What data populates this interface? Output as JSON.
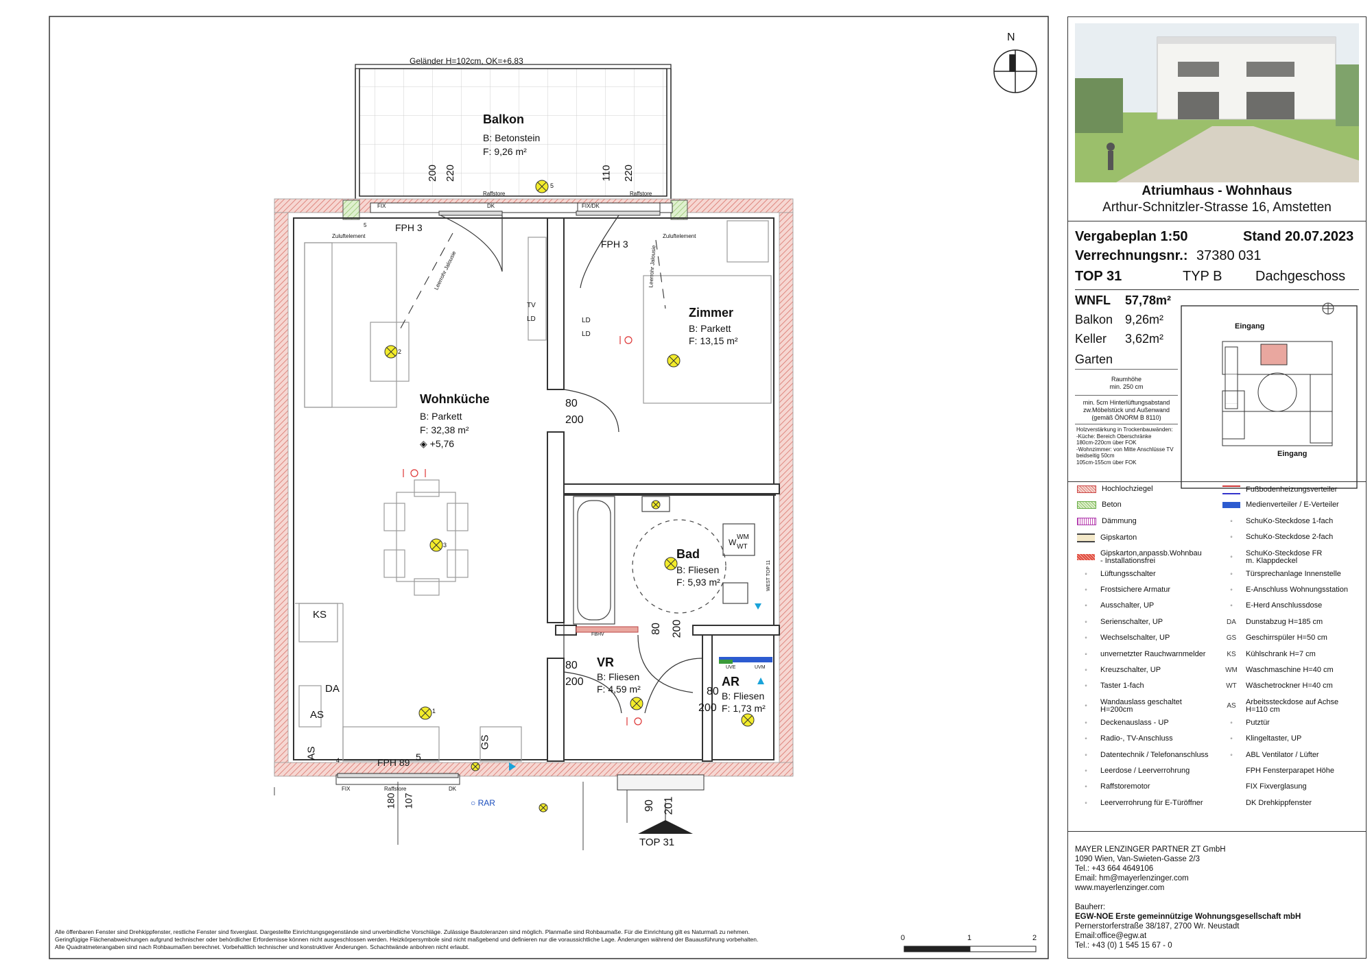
{
  "plan": {
    "north": "N",
    "railing": "Geländer H=102cm, OK=+6,83",
    "rooms": [
      {
        "id": "balkon",
        "name": "Balkon",
        "floor": "B: Betonstein",
        "area": "F: 9,26 m²"
      },
      {
        "id": "zimmer",
        "name": "Zimmer",
        "floor": "B: Parkett",
        "area": "F: 13,15 m²"
      },
      {
        "id": "wohn",
        "name": "Wohnküche",
        "floor": "B: Parkett",
        "area": "F: 32,38 m²",
        "level": "+5,76"
      },
      {
        "id": "bad",
        "name": "Bad",
        "floor": "B: Fliesen",
        "area": "F: 5,93 m²"
      },
      {
        "id": "vr",
        "name": "VR",
        "floor": "B: Fliesen",
        "area": "F: 4,59 m²"
      },
      {
        "id": "ar",
        "name": "AR",
        "floor": "B: Fliesen",
        "area": "F: 1,73 m²"
      }
    ],
    "labels": {
      "raffstore": "Raffstore",
      "fix": "FIX",
      "dk": "DK",
      "fixdk": "FIX/DK",
      "fph3": "FPH 3",
      "fph89": "FPH 89",
      "zuluft": "Zuluftelement",
      "leerrohr": "Leerrohr Jalousie",
      "tv": "TV",
      "ld": "LD",
      "ks": "KS",
      "da": "DA",
      "as": "AS",
      "gs": "GS",
      "wm": "WM",
      "wt": "WT",
      "wm2": "W",
      "rar": "RAR",
      "fbhv": "FBHV",
      "uve": "UVE",
      "uvm": "UVM",
      "west": "WEST TOP 11",
      "d200": "200",
      "d220": "220",
      "d110": "110",
      "d80": "80",
      "d5": "5",
      "d180": "180",
      "d107": "107",
      "d90": "90",
      "d201": "201",
      "n1": "1",
      "n2": "2",
      "n3": "3",
      "n4": "4",
      "n5": "5",
      "top": "TOP 31"
    },
    "notes": [
      "Alle öffenbaren Fenster sind Drehkippfenster, restliche Fenster sind fixverglast. Dargestellte Einrichtungsgegenstände sind unverbindliche Vorschläge. Zulässige Bautoleranzen sind möglich. Planmaße sind Rohbaumaße. Für die Einrichtung gilt es Naturmaß zu nehmen.",
      "Geringfügige Flächenabweichungen aufgrund technischer oder behördlicher Erfordernisse können nicht ausgeschlossen werden. Heizkörpersymbole sind nicht maßgebend und definieren nur die voraussichtliche Lage. Änderungen während der Bauausführung vorbehalten.",
      " Alle Quadratmeterangaben sind nach Rohbaumaßen berechnet. Vorbehaltlich technischer und konstruktiver Änderungen. Schachtwände anbohren nicht erlaubt."
    ],
    "scale": {
      "s0": "0",
      "s1": "1",
      "s2": "2"
    }
  },
  "panel": {
    "title": "Atriumhaus - Wohnhaus",
    "address": "Arthur-Schnitzler-Strasse 16, Amstetten",
    "vergabe": "Vergabeplan 1:50",
    "stand": "Stand 20.07.2023",
    "verrechnung_label": "Verrechnungsnr.:",
    "verrechnung": "37380 031",
    "top": "TOP 31",
    "typ": "TYP B",
    "geschoss": "Dachgeschoss",
    "wnfl_label": "WNFL",
    "wnfl": "57,78m²",
    "balkon_label": "Balkon",
    "balkon": "9,26m²",
    "keller_label": "Keller",
    "keller": "3,62m²",
    "garten_label": "Garten",
    "raumhoehe": "Raumhöhe\nmin. 250 cm",
    "hinterlueftung": "min. 5cm Hinterlüftungsabstand\nzw.Möbelstück und Außenwand\n(gemäß ÖNORM B 8110)",
    "holz": "Holzverstärkung in Trockenbauwänden:\n-Küche: Bereich Oberschränke\n180cm-220cm über FOK\n-Wohnzimmer: von Mitte Anschlüsse TV\nbeidseitig 50cm\n105cm-155cm über FOK",
    "eingang_top": "Eingang",
    "eingang_bottom": "Eingang"
  },
  "legend_left": [
    {
      "label": "Hochlochziegel",
      "icon": "hatch-red"
    },
    {
      "label": "Beton",
      "icon": "hatch-green"
    },
    {
      "label": "Dämmung",
      "icon": "zigzag-purple"
    },
    {
      "label": "Gipskarton",
      "icon": "double-line"
    },
    {
      "label": "Gipskarton,anpassb.Wohnbau\n- Installationsfrei",
      "icon": "hatch-red-dense"
    },
    {
      "label": "Lüftungsschalter",
      "icon": "circle-dot"
    },
    {
      "label": "Frostsichere Armatur",
      "icon": "bowtie"
    },
    {
      "label": "Ausschalter, UP",
      "icon": "switch"
    },
    {
      "label": "Serienschalter, UP",
      "icon": "switch2"
    },
    {
      "label": "Wechselschalter, UP",
      "icon": "switch3"
    },
    {
      "label": "unvernetzter Rauchwarnmelder",
      "icon": "smoke"
    },
    {
      "label": "Kreuzschalter, UP",
      "icon": "switch4"
    },
    {
      "label": "Taster 1-fach",
      "icon": "taster"
    },
    {
      "label": "Wandauslass geschaltet\nH=200cm",
      "icon": "wall-outlet"
    },
    {
      "label": "Deckenauslass - UP",
      "icon": "ceiling-outlet"
    },
    {
      "label": "Radio-, TV-Anschluss",
      "icon": "tv"
    },
    {
      "label": "Datentechnik / Telefonanschluss",
      "icon": "data"
    },
    {
      "label": "Leerdose / Leerverrohrung",
      "icon": "dot"
    },
    {
      "label": "Raffstoremotor",
      "icon": "motor"
    },
    {
      "label": "Leerverrohrung für E-Türöffner",
      "icon": "door-open"
    }
  ],
  "legend_right": [
    {
      "label": "Fußbodenheizungsverteiler",
      "icon": "fbhv"
    },
    {
      "label": "Medienverteiler / E-Verteiler",
      "icon": "media"
    },
    {
      "label": "SchuKo-Steckdose 1-fach",
      "icon": "socket1"
    },
    {
      "label": "SchuKo-Steckdose 2-fach",
      "icon": "socket2"
    },
    {
      "label": "SchuKo-Steckdose FR\nm. Klappdeckel",
      "icon": "socket-fr"
    },
    {
      "label": "Türsprechanlage Innenstelle",
      "icon": "intercom"
    },
    {
      "label": "E-Anschluss Wohnungsstation",
      "icon": "e-station"
    },
    {
      "label": "E-Herd Anschlussdose",
      "icon": "herd"
    },
    {
      "label": "Dunstabzug H=185 cm",
      "code": "DA"
    },
    {
      "label": "Geschirrspüler H=50 cm",
      "code": "GS"
    },
    {
      "label": "Kühlschrank H=7 cm",
      "code": "KS"
    },
    {
      "label": "Waschmaschine H=40 cm",
      "code": "WM"
    },
    {
      "label": "Wäschetrockner H=40 cm",
      "code": "WT"
    },
    {
      "label": "Arbeitssteckdose auf Achse\nH=110 cm",
      "code": "AS"
    },
    {
      "label": "Putztür",
      "icon": "putz"
    },
    {
      "label": "Klingeltaster, UP",
      "icon": "bell"
    },
    {
      "label": "ABL Ventilator / Lüfter",
      "icon": "fan"
    },
    {
      "label": "FPH  Fensterparapet Höhe",
      "code": ""
    },
    {
      "label": "FIX  Fixverglasung",
      "code": ""
    },
    {
      "label": "DK  Drehkippfenster",
      "code": ""
    }
  ],
  "footer": {
    "architect": "MAYER LENZINGER PARTNER ZT GmbH",
    "arch_addr": "1090 Wien, Van-Swieten-Gasse 2/3",
    "arch_tel": "Tel.: +43 664 4649106",
    "arch_mail": "Email: hm@mayerlenzinger.com",
    "arch_web": "www.mayerlenzinger.com",
    "bauherr_label": "Bauherr:",
    "bauherr": "EGW-NOE Erste gemeinnützige Wohnungsgesellschaft mbH",
    "bauherr_addr": "Pernerstorferstraße 38/187, 2700 Wr. Neustadt",
    "bauherr_mail": "Email:office@egw.at",
    "bauherr_tel": "Tel.: +43 (0) 1 545 15 67 - 0"
  },
  "colors": {
    "wall": "#e9a79f",
    "wall_stroke": "#c0392b",
    "beton": "#b9d99a",
    "fixture": "#f3ec2b",
    "line": "#222222",
    "accent_blue": "#1aa3d9"
  }
}
